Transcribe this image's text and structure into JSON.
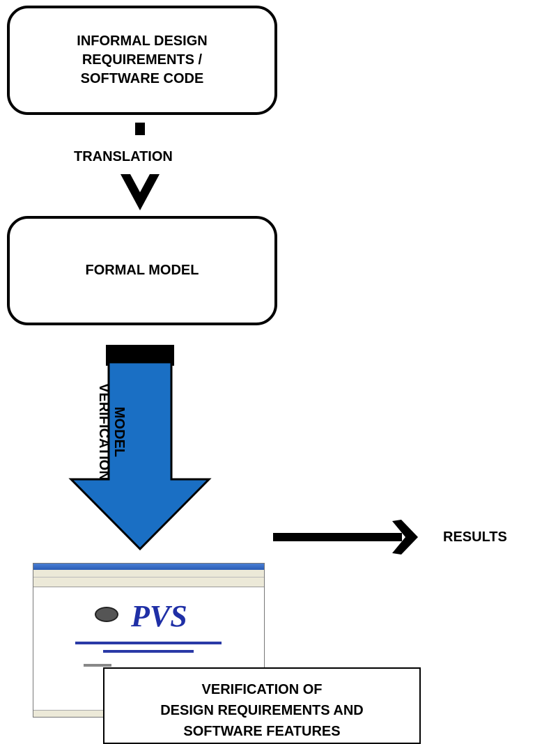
{
  "nodes": {
    "informal": {
      "label": "INFORMAL DESIGN\nREQUIREMENTS /\nSOFTWARE CODE"
    },
    "formal": {
      "label": "FORMAL MODEL"
    },
    "verification": {
      "label": "VERIFICATION OF\nDESIGN REQUIREMENTS AND\nSOFTWARE FEATURES"
    },
    "screenshot": {
      "label": "PVS"
    }
  },
  "edges": {
    "translation": {
      "label": "TRANSLATION"
    },
    "model_verification": {
      "label": "MODEL\nVERIFICATION",
      "color": "#1a6fc4"
    },
    "results": {
      "label": "RESULTS"
    }
  }
}
